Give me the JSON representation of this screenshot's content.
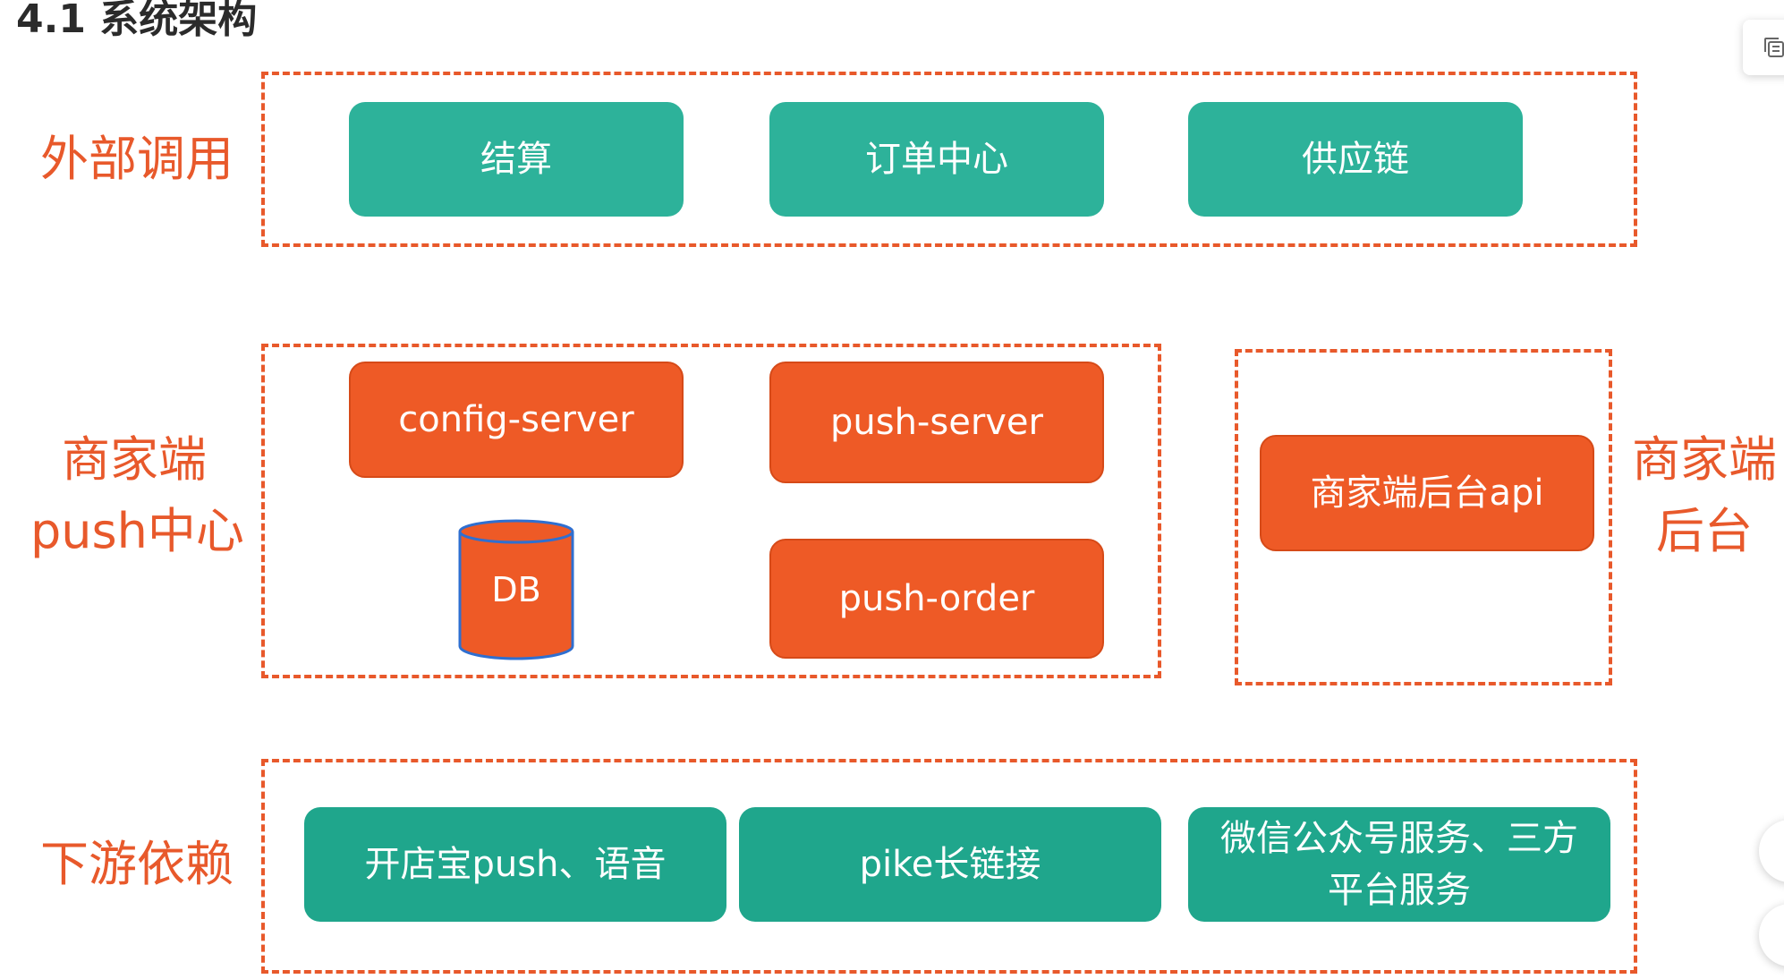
{
  "heading": "4.1 系统架构",
  "layers": {
    "external": {
      "label": "外部调用",
      "nodes": [
        "结算",
        "订单中心",
        "供应链"
      ]
    },
    "push_center": {
      "label_line1": "商家端",
      "label_line2": "push中心",
      "config_server": "config-server",
      "push_server": "push-server",
      "push_order": "push-order",
      "db": "DB"
    },
    "merchant_backend": {
      "label_line1": "商家端",
      "label_line2": "后台",
      "api": "商家端后台api"
    },
    "downstream": {
      "label": "下游依赖",
      "nodes": [
        "开店宝push、语音",
        "pike长链接",
        "微信公众号服务、三方平台服务"
      ]
    }
  },
  "colors": {
    "accent": "#e8592b",
    "teal": "#2db29a",
    "orange_node": "#ee5a26"
  },
  "icons": {
    "page_tool": "copy-icon"
  }
}
